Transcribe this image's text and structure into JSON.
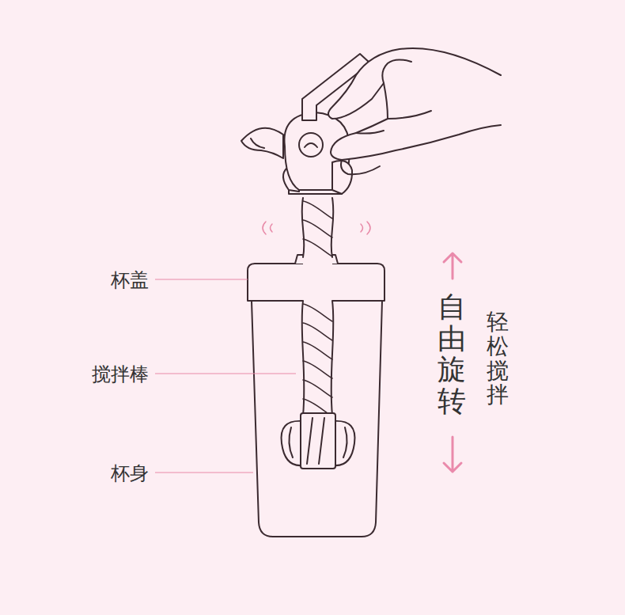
{
  "diagram": {
    "labels": [
      "杯盖",
      "搅拌棒",
      "杯身",
      "自由旋转",
      "轻松搅拌"
    ]
  }
}
